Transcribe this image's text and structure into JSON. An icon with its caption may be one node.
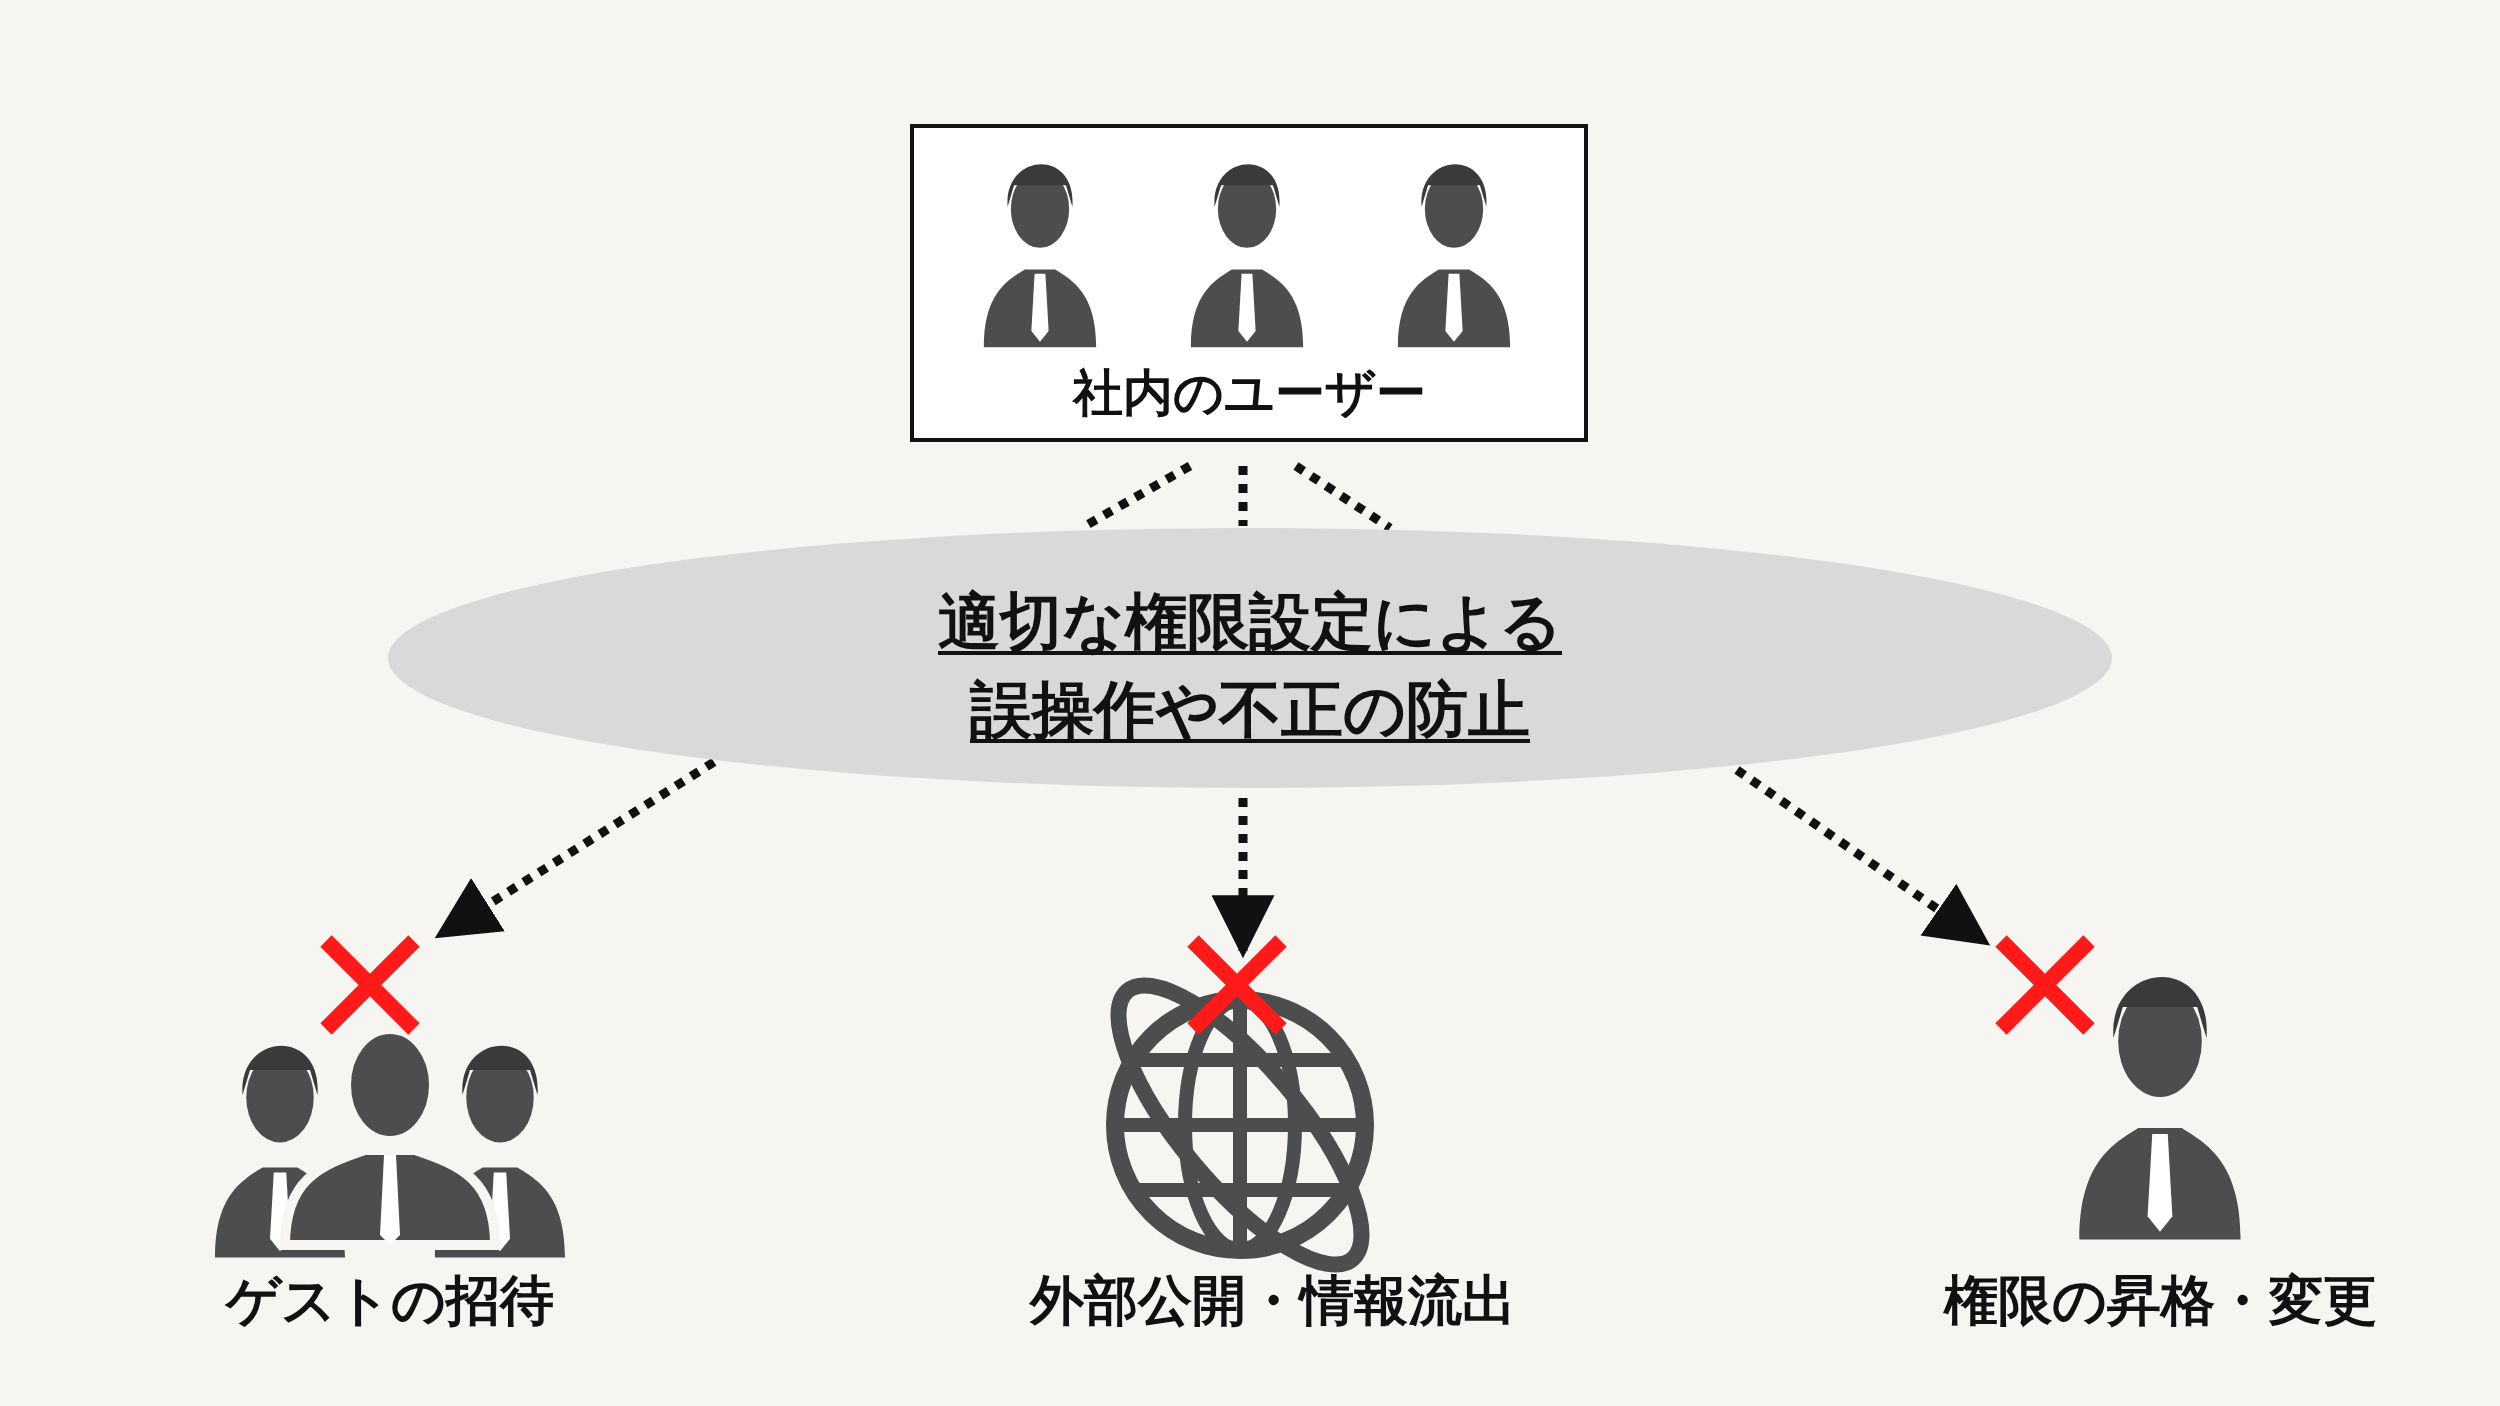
{
  "diagram": {
    "nodes": [
      {
        "text": [
          "社内のユーザー"
        ]
      },
      {
        "text": [
          "適切な権限設定による誤操作や不正の防止"
        ]
      },
      {
        "text": [
          "ゲストの招待"
        ]
      },
      {
        "text": [
          "外部公開・情報流出"
        ]
      },
      {
        "text": [
          "権限の昇格・変更"
        ]
      }
    ],
    "edges": [
      {
        "from": 0,
        "to": 1,
        "arrow": "none",
        "style": "dashed"
      },
      {
        "from": 0,
        "to": 1,
        "arrow": "none",
        "style": "dashed"
      },
      {
        "from": 0,
        "to": 1,
        "arrow": "none",
        "style": "dashed"
      },
      {
        "from": 1,
        "to": 2,
        "arrow": "to",
        "style": "dashed"
      },
      {
        "from": 1,
        "to": 3,
        "arrow": "to",
        "style": "dashed"
      },
      {
        "from": 1,
        "to": 4,
        "arrow": "to",
        "style": "dashed"
      }
    ]
  }
}
